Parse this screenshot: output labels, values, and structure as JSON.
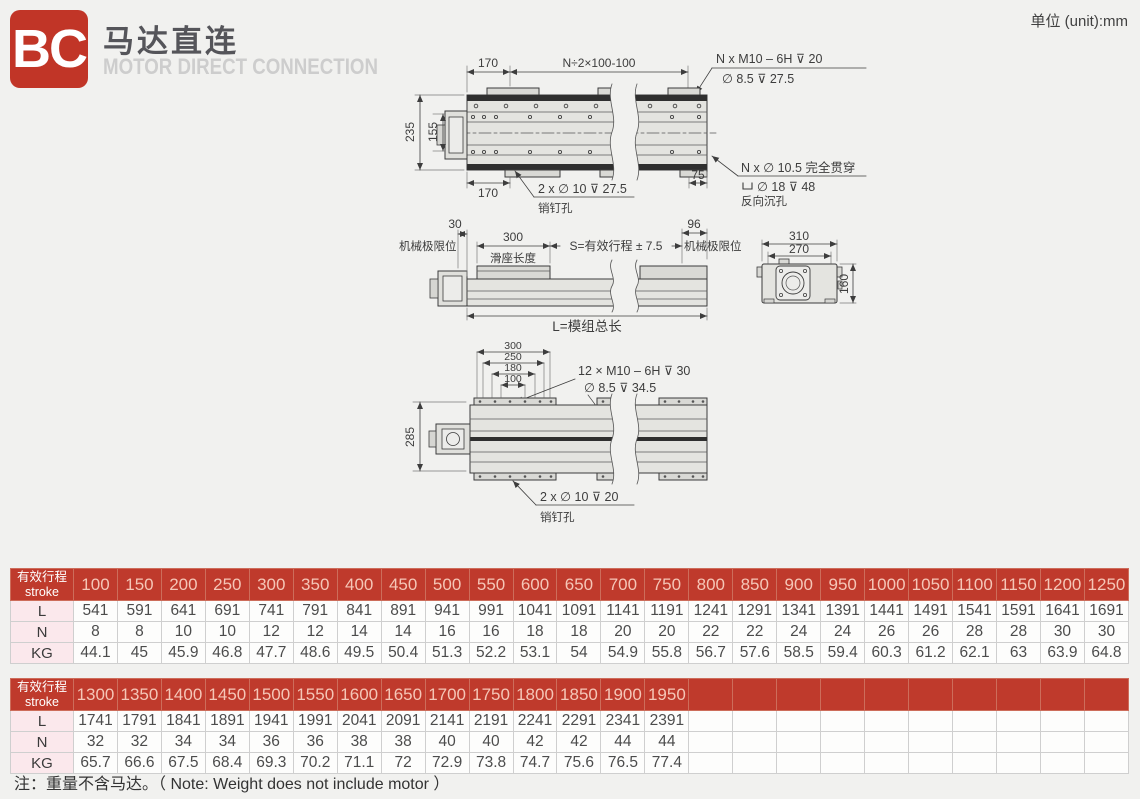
{
  "header": {
    "logo": "BC",
    "title": "马达直连",
    "subtitle": "MOTOR DIRECT CONNECTION",
    "unit_label": "单位 (unit):mm"
  },
  "colors": {
    "accent_red": "#bf3a2c",
    "header_number_text": "#f5c6b7",
    "row_label_bg": "#fbe8ec",
    "page_bg": "#f1f1ef"
  },
  "drawings": {
    "top_view": {
      "dim_170_top": "170",
      "dim_pattern": "N÷2×100-100",
      "callout_m10": "N x  M10 – 6H ⊽ 20",
      "callout_d85": "∅ 8.5 ⊽ 27.5",
      "dim_235": "235",
      "dim_155": "155",
      "dim_170_bottom": "170",
      "dim_75": "75",
      "callout_pin": "2 x ∅ 10 ⊽ 27.5",
      "pin_label": "销钉孔",
      "callout_through": "N x ∅ 10.5 完全贯穿",
      "callout_counterbore": "∅ 18  ⊽  48",
      "counterbore_label": "反向沉孔"
    },
    "side_view": {
      "dim_30": "30",
      "limit_left": "机械极限位",
      "dim_300": "300",
      "slider_label": "滑座长度",
      "stroke_dim": "S=有效行程 ± 7.5",
      "dim_96": "96",
      "limit_right": "机械极限位",
      "total_length": "L=模组总长"
    },
    "end_view": {
      "dim_310": "310",
      "dim_270": "270",
      "dim_160": "160"
    },
    "bottom_view": {
      "dim_300": "300",
      "dim_250": "250",
      "dim_180": "180",
      "dim_100": "100",
      "callout_m10": "12 × M10 – 6H ⊽ 30",
      "callout_d85": "∅ 8.5 ⊽ 34.5",
      "dim_285": "285",
      "callout_pin": "2 x ∅ 10 ⊽ 20",
      "pin_label": "销钉孔"
    }
  },
  "tables": [
    {
      "corner_line1": "有效行程",
      "corner_line2": "stroke",
      "empty_cols": 0,
      "strokes": [
        "100",
        "150",
        "200",
        "250",
        "300",
        "350",
        "400",
        "450",
        "500",
        "550",
        "600",
        "650",
        "700",
        "750",
        "800",
        "850",
        "900",
        "950",
        "1000",
        "1050",
        "1100",
        "1150",
        "1200",
        "1250"
      ],
      "rows": [
        {
          "label": "L",
          "values": [
            541,
            591,
            641,
            691,
            741,
            791,
            841,
            891,
            941,
            991,
            1041,
            1091,
            1141,
            1191,
            1241,
            1291,
            1341,
            1391,
            1441,
            1491,
            1541,
            1591,
            1641,
            1691
          ]
        },
        {
          "label": "N",
          "values": [
            8,
            8,
            10,
            10,
            12,
            12,
            14,
            14,
            16,
            16,
            18,
            18,
            20,
            20,
            22,
            22,
            24,
            24,
            26,
            26,
            28,
            28,
            30,
            30
          ]
        },
        {
          "label": "KG",
          "values": [
            44.1,
            45,
            45.9,
            46.8,
            47.7,
            48.6,
            49.5,
            50.4,
            51.3,
            52.2,
            53.1,
            54,
            54.9,
            55.8,
            56.7,
            57.6,
            58.5,
            59.4,
            60.3,
            61.2,
            62.1,
            63,
            63.9,
            64.8
          ]
        }
      ]
    },
    {
      "corner_line1": "有效行程",
      "corner_line2": "stroke",
      "empty_cols": 10,
      "strokes": [
        "1300",
        "1350",
        "1400",
        "1450",
        "1500",
        "1550",
        "1600",
        "1650",
        "1700",
        "1750",
        "1800",
        "1850",
        "1900",
        "1950"
      ],
      "rows": [
        {
          "label": "L",
          "values": [
            1741,
            1791,
            1841,
            1891,
            1941,
            1991,
            2041,
            2091,
            2141,
            2191,
            2241,
            2291,
            2341,
            2391
          ]
        },
        {
          "label": "N",
          "values": [
            32,
            32,
            34,
            34,
            36,
            36,
            38,
            38,
            40,
            40,
            42,
            42,
            44,
            44
          ]
        },
        {
          "label": "KG",
          "values": [
            65.7,
            66.6,
            67.5,
            68.4,
            69.3,
            70.2,
            71.1,
            72,
            72.9,
            73.8,
            74.7,
            75.6,
            76.5,
            77.4
          ]
        }
      ]
    }
  ],
  "footer": {
    "note": "注：重量不含马达。（ Note: Weight does not include motor ）"
  }
}
